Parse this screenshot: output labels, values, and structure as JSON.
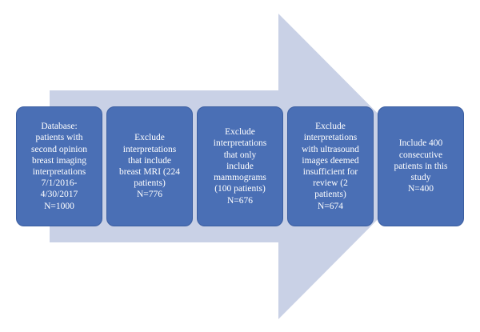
{
  "colors": {
    "arrow": "#c9d1e6",
    "box_fill": "#4a6fb5",
    "box_border": "#3b5ea0",
    "text": "#ffffff"
  },
  "steps": [
    {
      "label": "Database:\npatients with\nsecond opinion\nbreast imaging\ninterpretations\n7/1/2016-\n4/30/2017\nN=1000"
    },
    {
      "label": "Exclude\ninterpretations\nthat include\nbreast MRI (224\npatients)\nN=776"
    },
    {
      "label": "Exclude\ninterpretations\nthat only\ninclude\nmammograms\n(100 patients)\nN=676"
    },
    {
      "label": "Exclude\ninterpretations\nwith ultrasound\nimages deemed\ninsufficient for\nreview (2\npatients)\nN=674"
    },
    {
      "label": "Include 400\nconsecutive\npatients in this\nstudy\nN=400"
    }
  ]
}
